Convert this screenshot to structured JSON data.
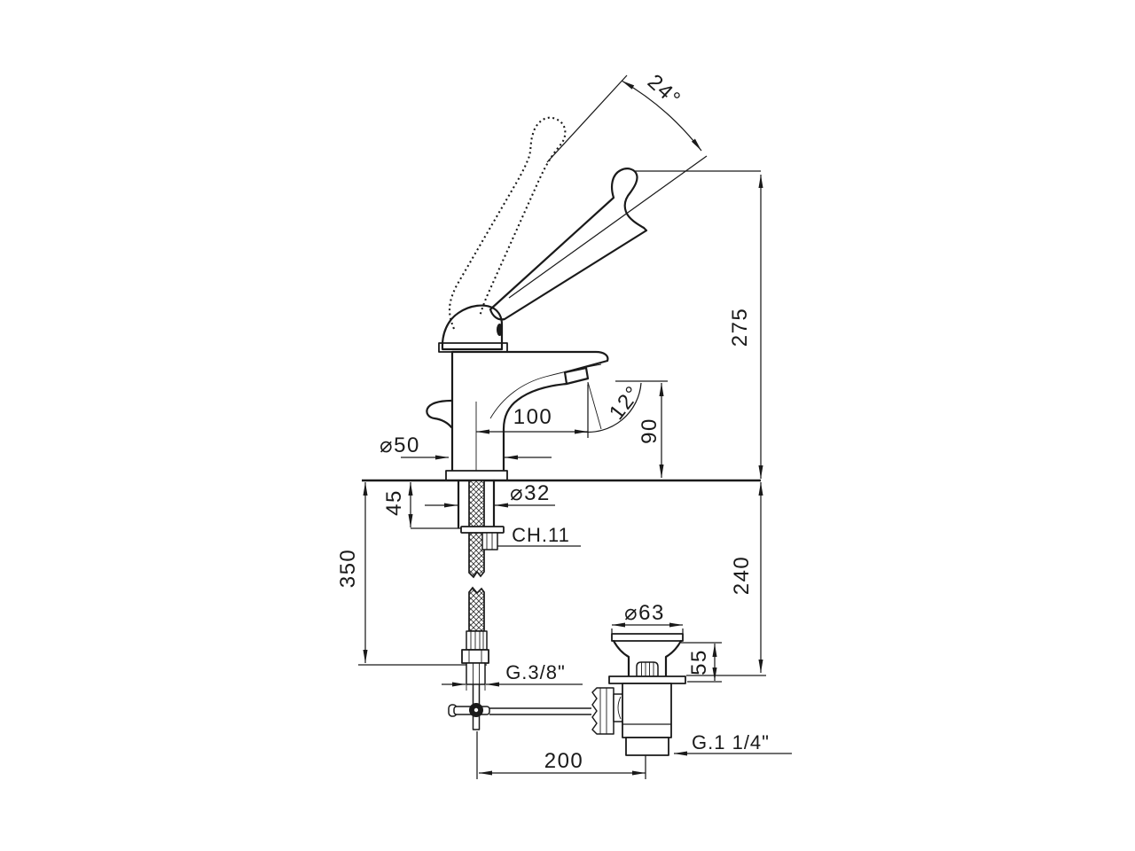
{
  "drawing": {
    "colors": {
      "line": "#1a1a1a",
      "background": "#ffffff"
    },
    "dimensions": {
      "lever_angle": "24°",
      "overall_height": "275",
      "spout_reach": "100",
      "outlet_angle": "12°",
      "outlet_height": "90",
      "body_diameter": "⌀50",
      "mounting_depth": "45",
      "shank_diameter": "⌀32",
      "nut_size": "CH.11",
      "hose_length": "350",
      "waste_depth": "240",
      "waste_flange_diameter": "⌀63",
      "waste_head_height": "55",
      "supply_thread": "G.3/8\"",
      "waste_thread": "G.1 1/4\"",
      "rod_to_waste_distance": "200"
    }
  }
}
